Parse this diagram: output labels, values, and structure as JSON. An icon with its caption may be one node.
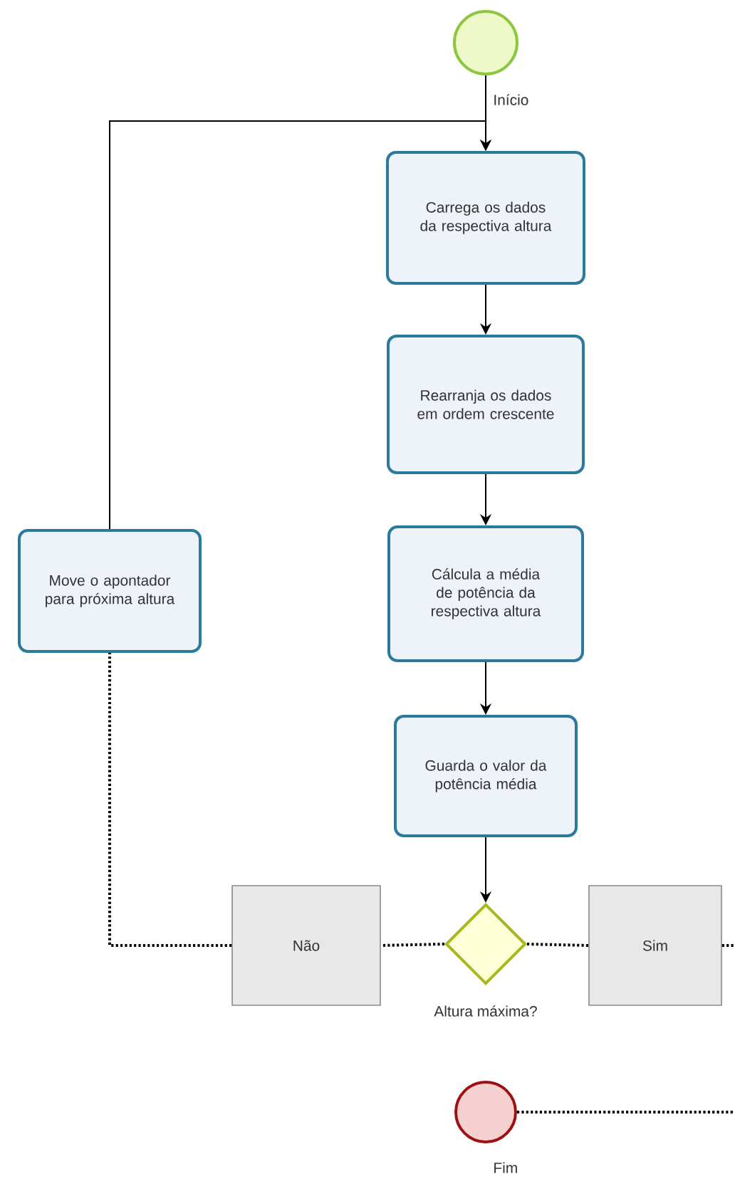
{
  "diagram": {
    "nodes": [
      {
        "text": [
          "Início"
        ]
      },
      {
        "text": [
          "Carrega os dados da respectiva altura"
        ]
      },
      {
        "text": [
          "Rearranja os dados em ordem crescente"
        ]
      },
      {
        "text": [
          "Cálcula a média de potência da respectiva altura"
        ]
      },
      {
        "text": [
          "Guarda o valor da potência média"
        ]
      },
      {
        "text": [
          "Move o apontador para próxima altura"
        ]
      },
      {
        "text": [
          "Altura máxima?"
        ]
      },
      {
        "text": [
          "Não"
        ]
      },
      {
        "text": [
          "Sim"
        ]
      },
      {
        "text": [
          "Fim"
        ]
      }
    ],
    "edges": [
      {
        "from": 0,
        "to": 1,
        "arrow": "to"
      },
      {
        "from": 1,
        "to": 2,
        "arrow": "to"
      },
      {
        "from": 2,
        "to": 3,
        "arrow": "to"
      },
      {
        "from": 3,
        "to": 4,
        "arrow": "to"
      },
      {
        "from": 4,
        "to": 6,
        "arrow": "to"
      },
      {
        "from": 5,
        "to": 1,
        "arrow": "to"
      },
      {
        "from": 6,
        "to": 7,
        "arrow": "none",
        "style": "dashed"
      },
      {
        "from": 7,
        "to": 5,
        "arrow": "none",
        "style": "dashed"
      },
      {
        "from": 6,
        "to": 8,
        "arrow": "none",
        "style": "dashed"
      },
      {
        "from": 8,
        "to": null,
        "arrow": "none",
        "style": "dashed"
      },
      {
        "from": 9,
        "to": null,
        "arrow": "none",
        "style": "dashed"
      }
    ]
  }
}
